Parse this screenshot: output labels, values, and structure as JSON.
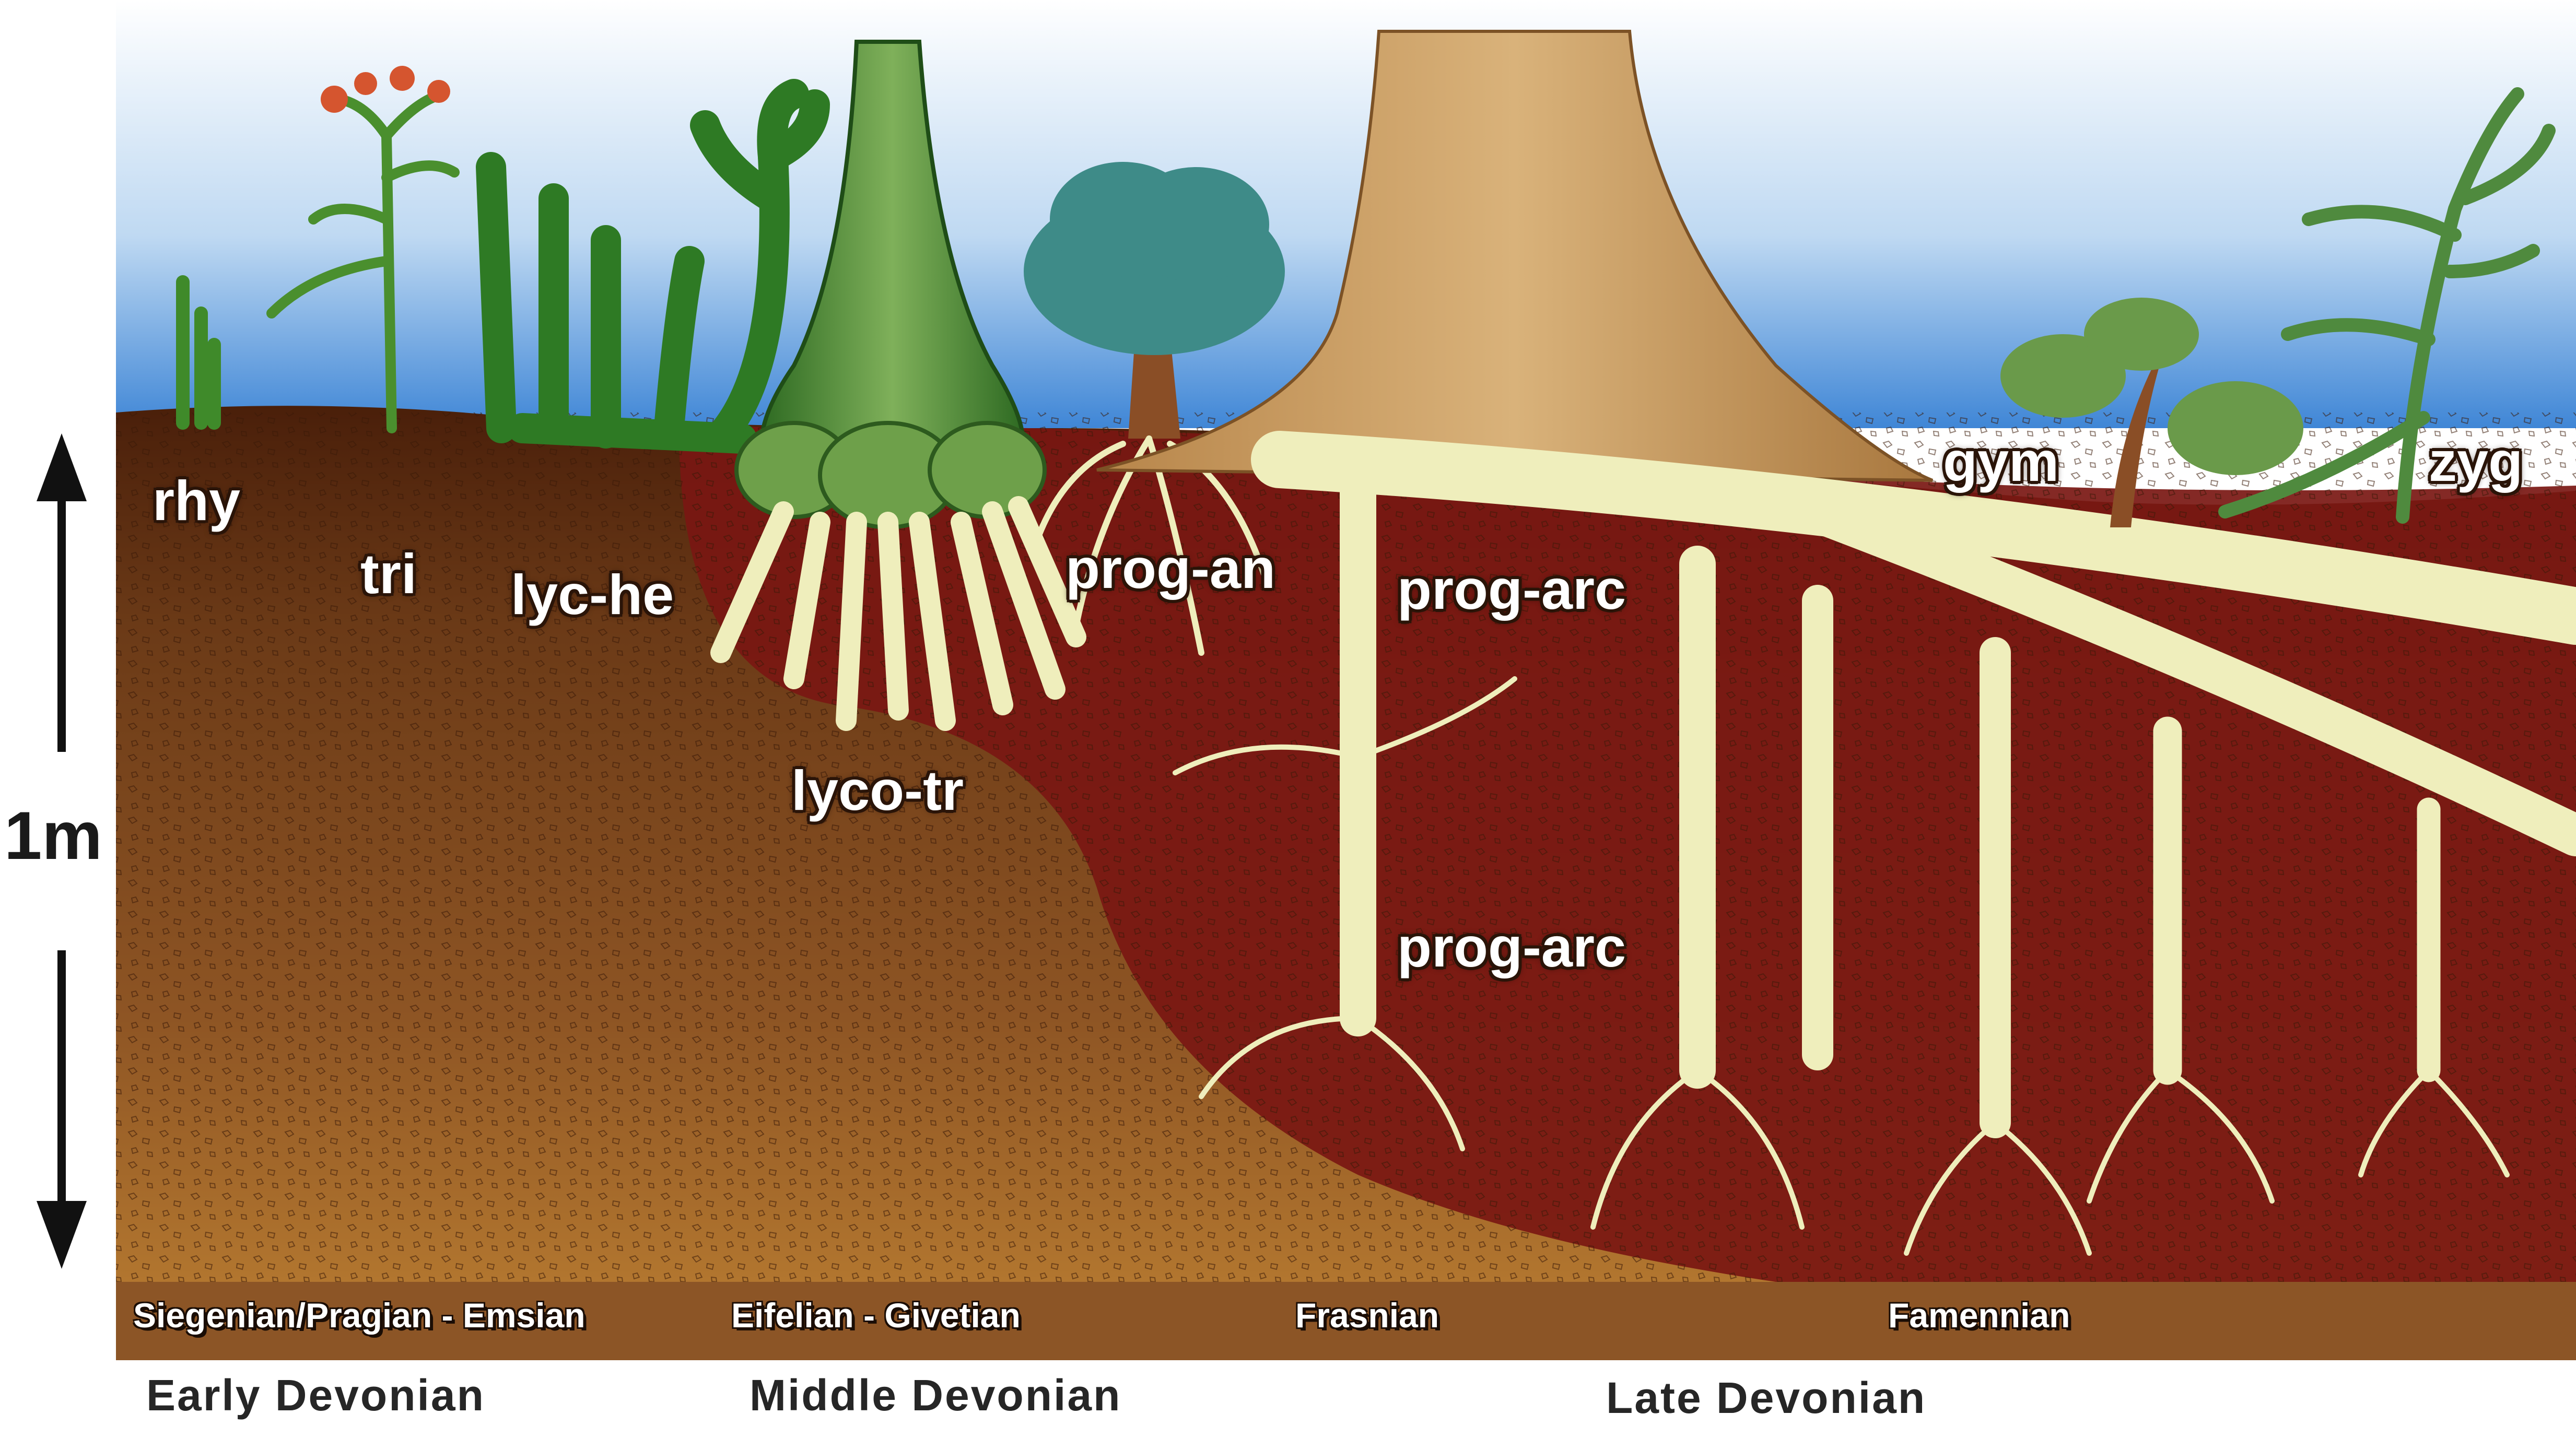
{
  "plants": {
    "rhy": "rhy",
    "tri": "tri",
    "lyc_he": "lyc-he",
    "lyco_tr": "lyco-tr",
    "prog_an": "prog-an",
    "prog_arc_upper": "prog-arc",
    "prog_arc_lower": "prog-arc",
    "gym": "gym",
    "zyg": "zyg"
  },
  "stages": {
    "early": "Siegenian/Pragian - Emsian",
    "middle": "Eifelian - Givetian",
    "frasnian": "Frasnian",
    "famennian": "Famennian"
  },
  "periods": {
    "early": "Early Devonian",
    "middle": "Middle Devonian",
    "late": "Late Devonian"
  },
  "scale": {
    "label": "1m"
  },
  "colors": {
    "sky_top": "#ffffff",
    "sky_bottom": "#3f86d6",
    "soil_brown": "#6b3a17",
    "soil_red": "#7a1712",
    "soil_light": "#b2762f",
    "root_cream": "#efeebc",
    "plant_green": "#3f8a2a",
    "trunk_tan": "#c79a55",
    "band_brown": "#8c5526"
  }
}
